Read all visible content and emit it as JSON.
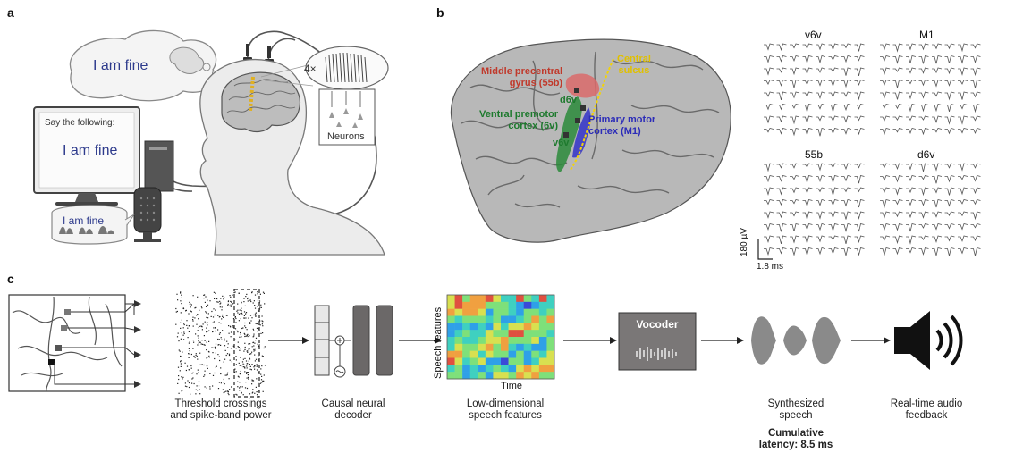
{
  "panel_letters": {
    "a": "a",
    "b": "b",
    "c": "c"
  },
  "panel_a": {
    "thought_text": "I am fine",
    "monitor_prompt": "Say the following:",
    "monitor_text": "I am fine",
    "speech_text": "I am fine",
    "magnification": "4×",
    "neurons_label": "Neurons"
  },
  "panel_b": {
    "regions": [
      {
        "name": "Middle precentral gyrus (55b)",
        "color": "#d96a6a"
      },
      {
        "name": "Central sulcus",
        "color": "#f2d20a"
      },
      {
        "name": "d6v",
        "color": "#2a8a3a"
      },
      {
        "name": "Ventral premotor cortex (6v)",
        "color": "#2a8a3a"
      },
      {
        "name": "Primary motor cortex (M1)",
        "color": "#3b3bc8"
      },
      {
        "name": "v6v",
        "color": "#2a8a3a"
      }
    ],
    "label_55b_l1": "Middle precentral",
    "label_55b_l2": "gyrus (55b)",
    "label_cs_l1": "Central",
    "label_cs_l2": "sulcus",
    "label_d6v": "d6v",
    "label_6v_l1": "Ventral premotor",
    "label_6v_l2": "cortex (6v)",
    "label_m1_l1": "Primary motor",
    "label_m1_l2": "cortex (M1)",
    "label_v6v": "v6v",
    "array_titles": [
      "v6v",
      "M1",
      "55b",
      "d6v"
    ],
    "scale_voltage": "180 µV",
    "scale_time": "1.8 ms"
  },
  "panel_c": {
    "step1_l1": "Threshold crossings",
    "step1_l2": "and spike-band power",
    "step2_l1": "Causal neural",
    "step2_l2": "decoder",
    "step3_l1": "Low-dimensional",
    "step3_l2": "speech features",
    "heatmap_ylabel": "Speech features",
    "heatmap_xlabel": "Time",
    "vocoder_label": "Vocoder",
    "step4_l1": "Synthesized",
    "step4_l2": "speech",
    "latency_l1": "Cumulative",
    "latency_l2": "latency: 8.5 ms",
    "step5_l1": "Real-time audio",
    "step5_l2": "feedback"
  }
}
